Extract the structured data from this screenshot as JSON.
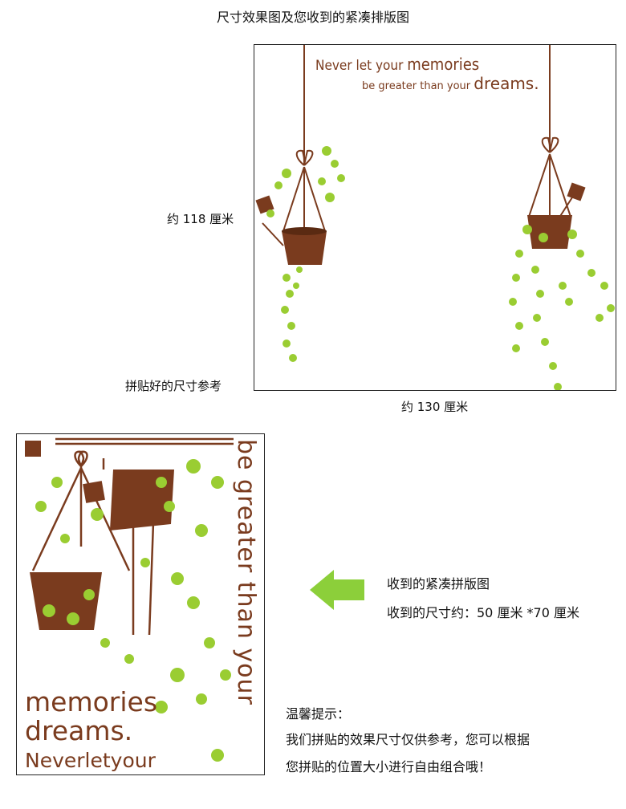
{
  "title": "尺寸效果图及您收到的紧凑排版图",
  "labels": {
    "height": "约 118 厘米",
    "width": "约 130 厘米",
    "assembled": "拼贴好的尺寸参考"
  },
  "effect_quote": {
    "line1_a": "Never let your ",
    "line1_b": "memories",
    "line2_a": "be greater than your ",
    "line2_b": "dreams."
  },
  "sheet": {
    "vertical_text": "be greater than your",
    "line1": "memories",
    "line2": "dreams.",
    "line3": "Neverletyour"
  },
  "info": {
    "line1": "收到的紧凑拼版图",
    "line2": "收到的尺寸约：50 厘米 *70 厘米"
  },
  "tip": {
    "heading": "温馨提示：",
    "line1": "我们拼贴的效果尺寸仅供参考，您可以根据",
    "line2": "您拼贴的位置大小进行自由组合哦！"
  },
  "colors": {
    "brown": "#7a3b1e",
    "leaf": "#9acd32",
    "arrow": "#8ccf3a"
  }
}
